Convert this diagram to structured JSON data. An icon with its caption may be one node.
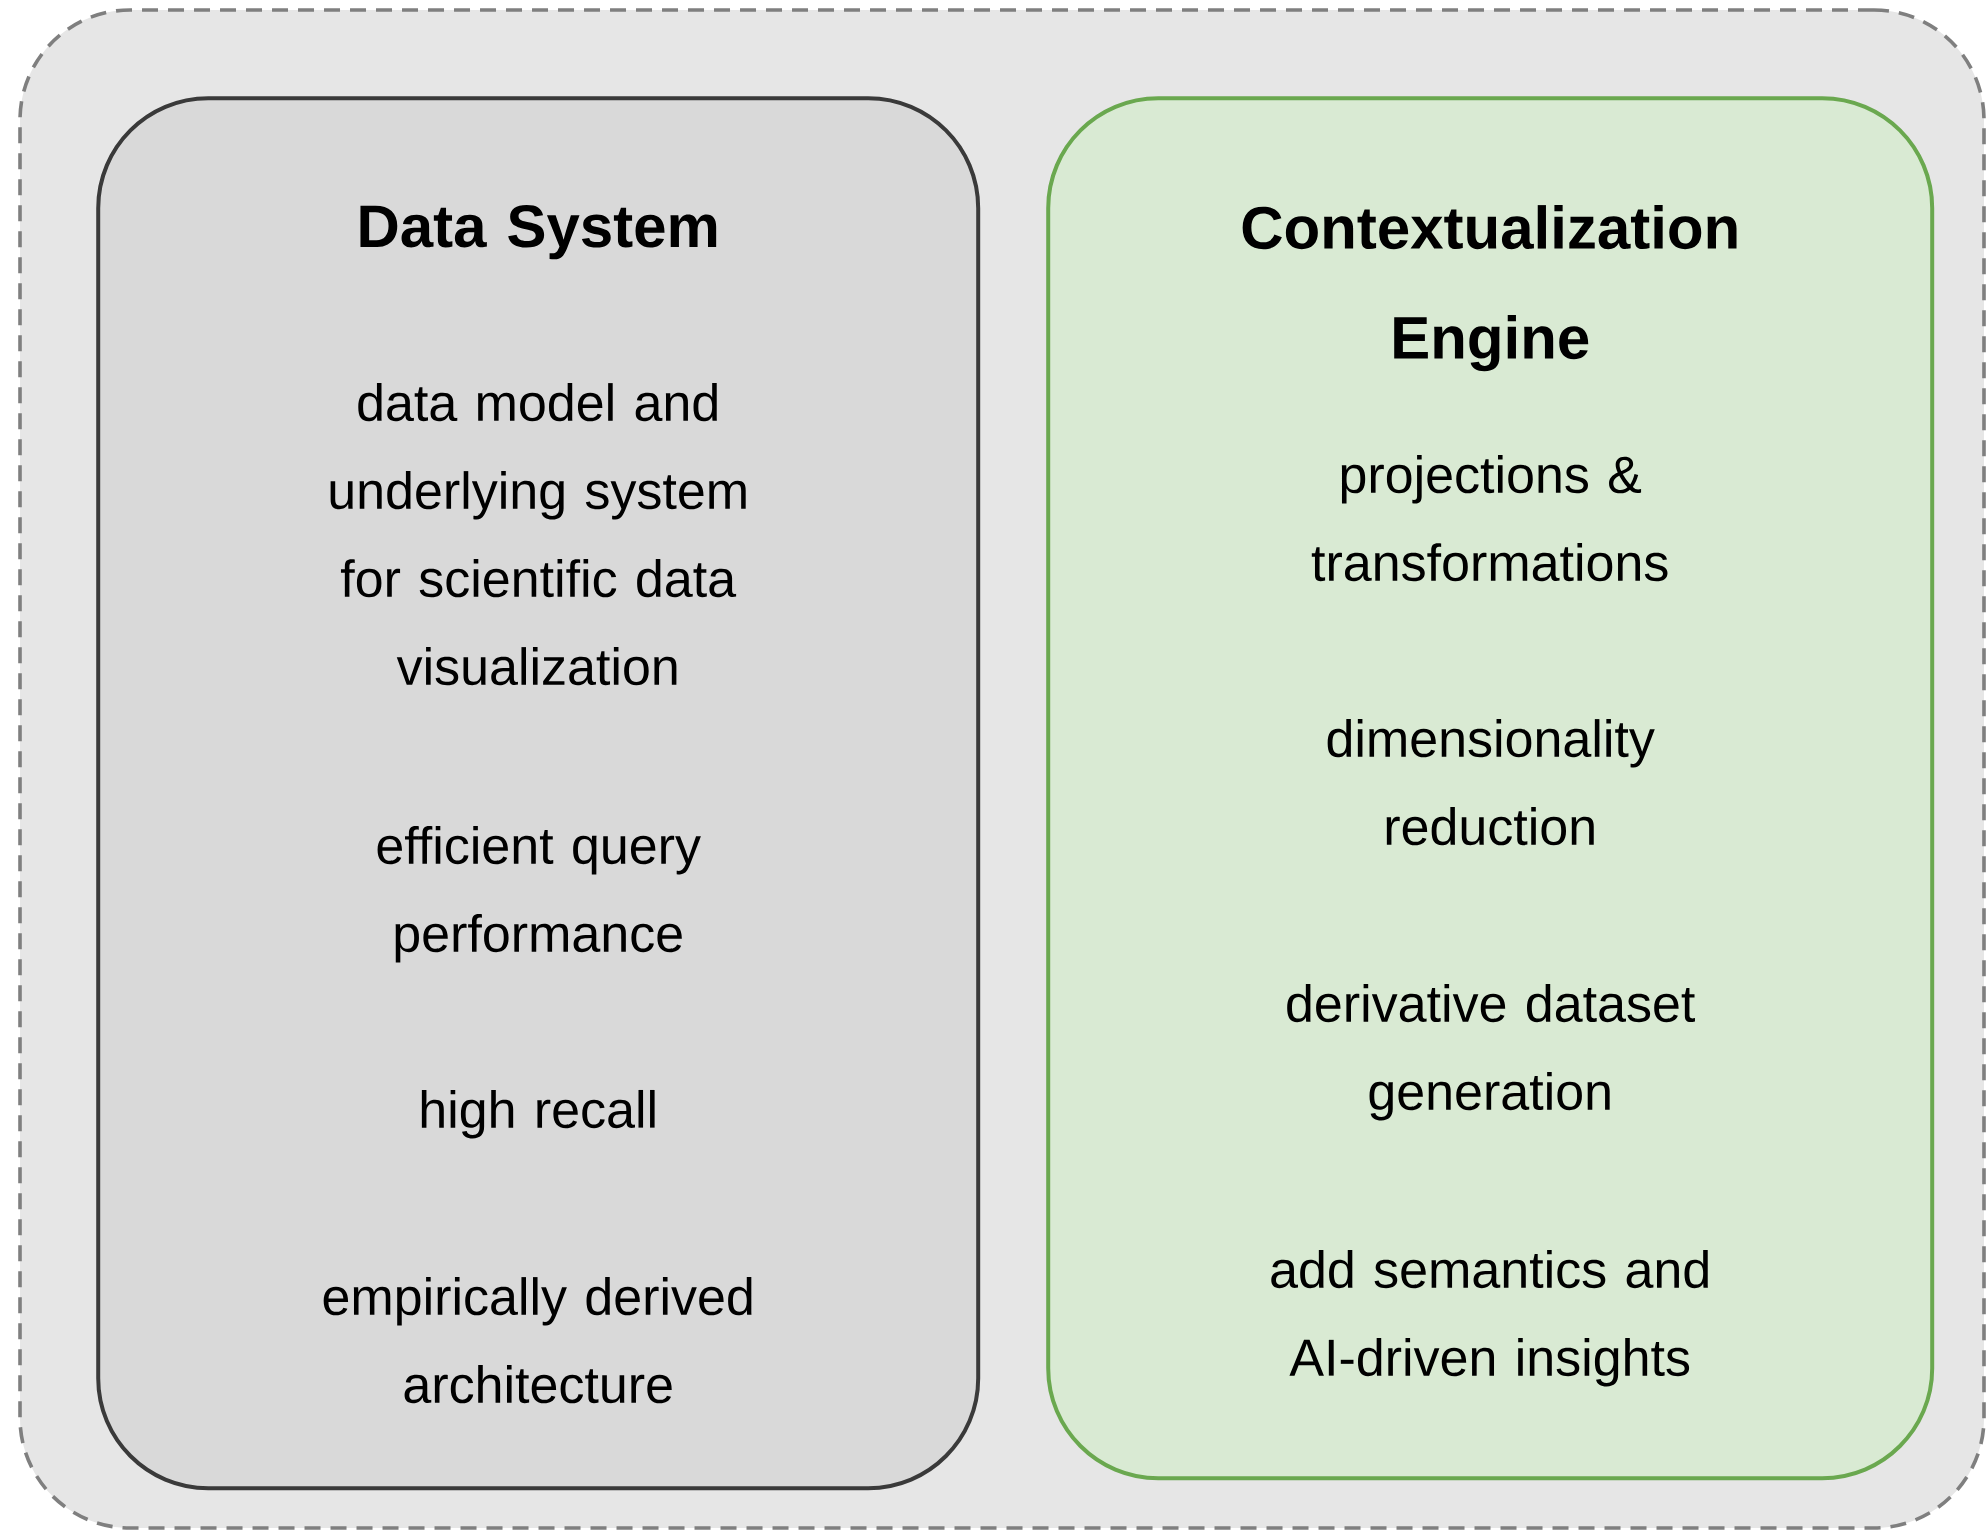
{
  "diagram": {
    "nodes": [
      {
        "text": [],
        "shape": "box"
      },
      {
        "text": [
          "Data System",
          "data model and underlying system for scientific data visualization",
          "efficient query performance",
          "high recall",
          "empirically derived architecture"
        ],
        "in": 0
      },
      {
        "text": [
          "Contextualization Engine",
          "projections & transformations",
          "dimensionality reduction",
          "derivative dataset generation",
          "add semantics and AI-driven insights"
        ],
        "in": 0
      }
    ]
  }
}
